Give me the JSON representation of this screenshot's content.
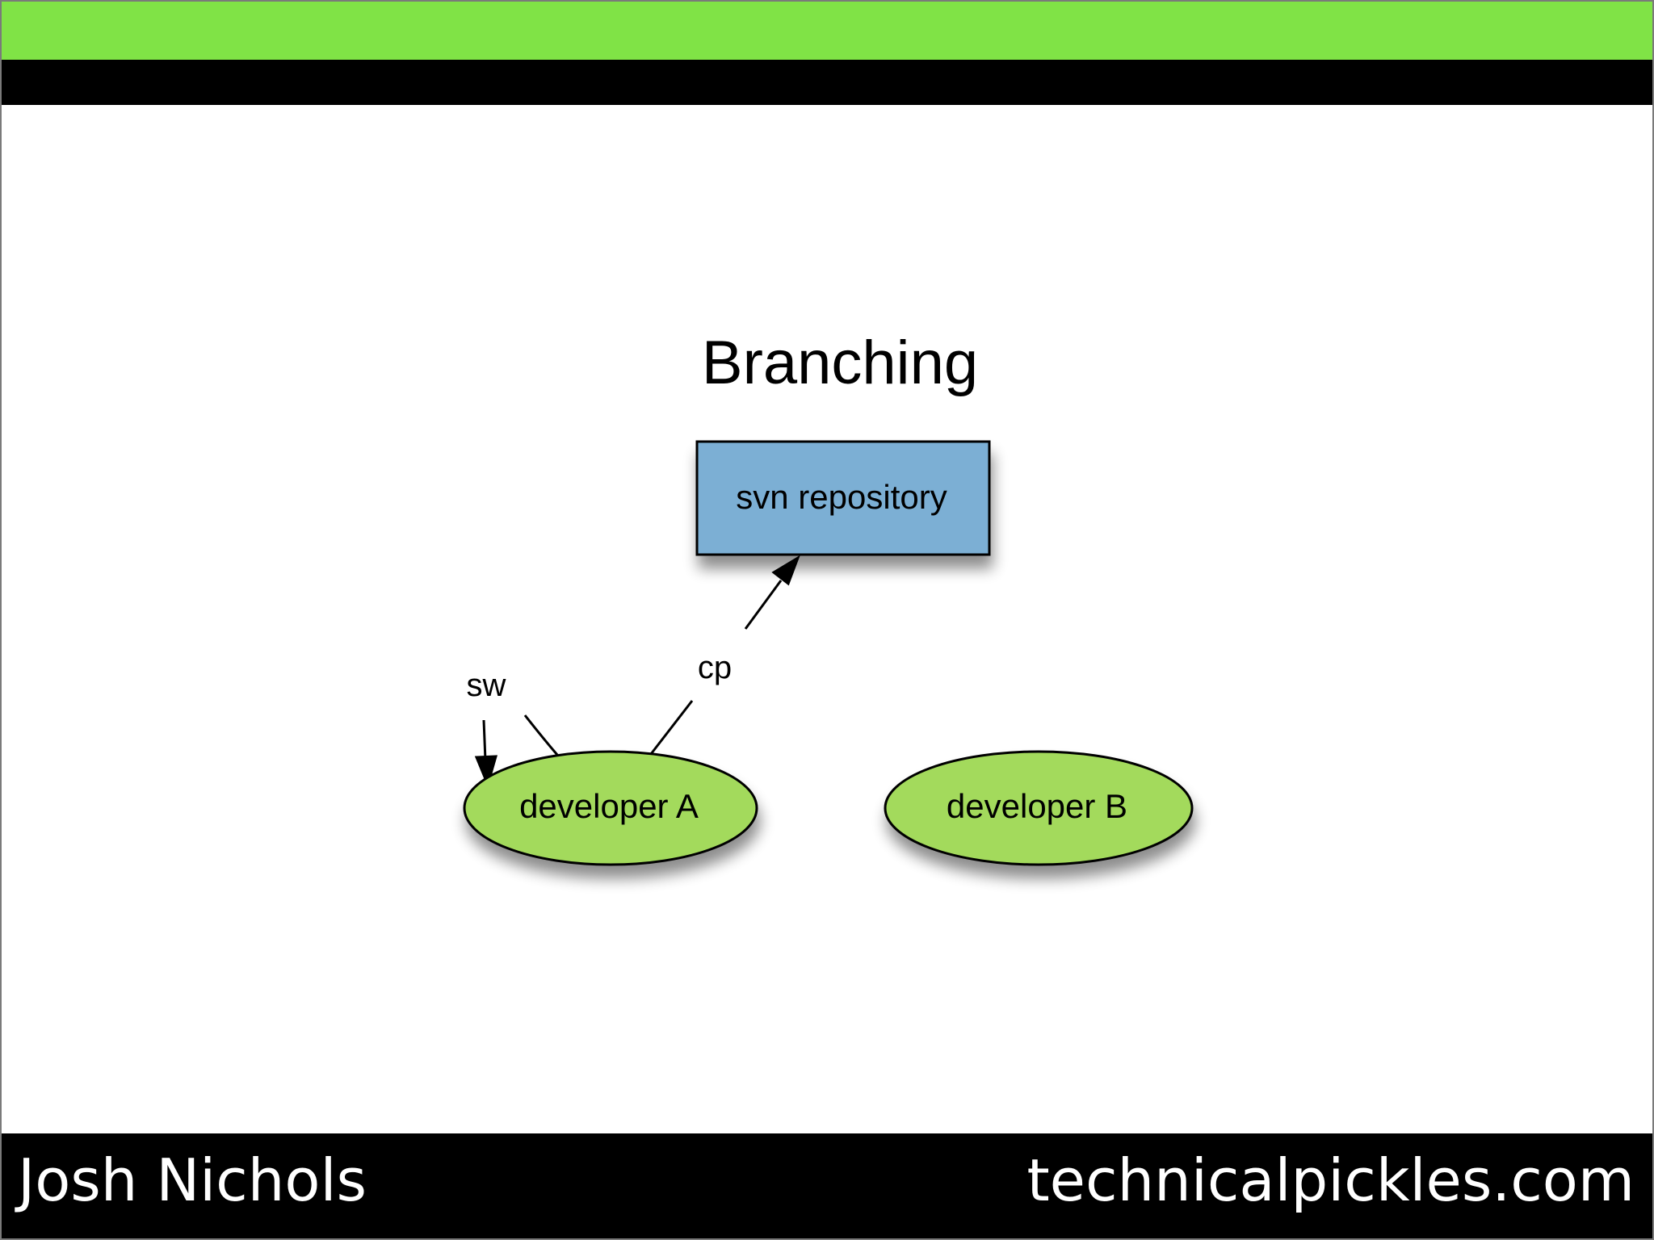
{
  "slide": {
    "title": "Branching"
  },
  "diagram": {
    "nodes": {
      "repository": {
        "label": "svn repository",
        "color": "#7bafd4"
      },
      "developer_a": {
        "label": "developer A",
        "color": "#a3da5c"
      },
      "developer_b": {
        "label": "developer B",
        "color": "#a3da5c"
      }
    },
    "edges": {
      "copy": {
        "label": "cp",
        "from": "developer A",
        "to": "svn repository"
      },
      "switch": {
        "label": "sw",
        "from": "developer A",
        "to": "developer A"
      }
    }
  },
  "footer": {
    "author": "Josh Nichols",
    "website": "technicalpickles.com"
  },
  "colors": {
    "header_green": "#80e346",
    "bars": "#000000"
  }
}
